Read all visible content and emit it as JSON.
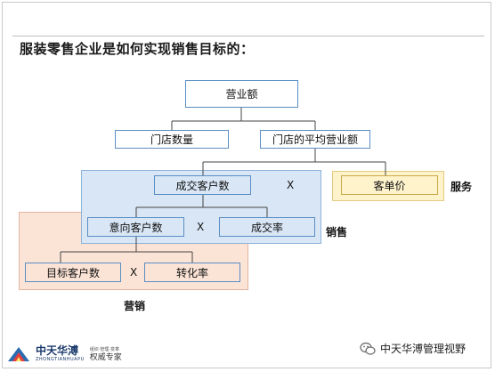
{
  "title": "服装零售企业是如何实现销售目标的：",
  "nodes": {
    "revenue": "营业额",
    "store_count": "门店数量",
    "avg_store_revenue": "门店的平均营业额",
    "deal_customers": "成交客户数",
    "unit_price": "客单价",
    "intent_customers": "意向客户数",
    "conversion_rate": "成交率",
    "target_customers": "目标客户数",
    "transform_rate": "转化率"
  },
  "operators": {
    "op1": "X",
    "op2": "X",
    "op3": "X"
  },
  "regions": {
    "service": "服务",
    "sales": "销售",
    "marketing": "营销"
  },
  "colors": {
    "node_border": "#5a8ec4",
    "sales_fill": "#d8e6f5",
    "marketing_fill": "#fbe3d6",
    "service_fill": "#fff3cc"
  },
  "brand": {
    "name": "中天华溥",
    "pinyin": "ZHONGTIANHUAPU",
    "tags": "组织·管理·变革",
    "expert": "权威专家",
    "logo_icon": "zhongtian-logo-icon"
  },
  "wechat": {
    "icon": "wechat-icon",
    "account": "中天华溥管理视野"
  }
}
